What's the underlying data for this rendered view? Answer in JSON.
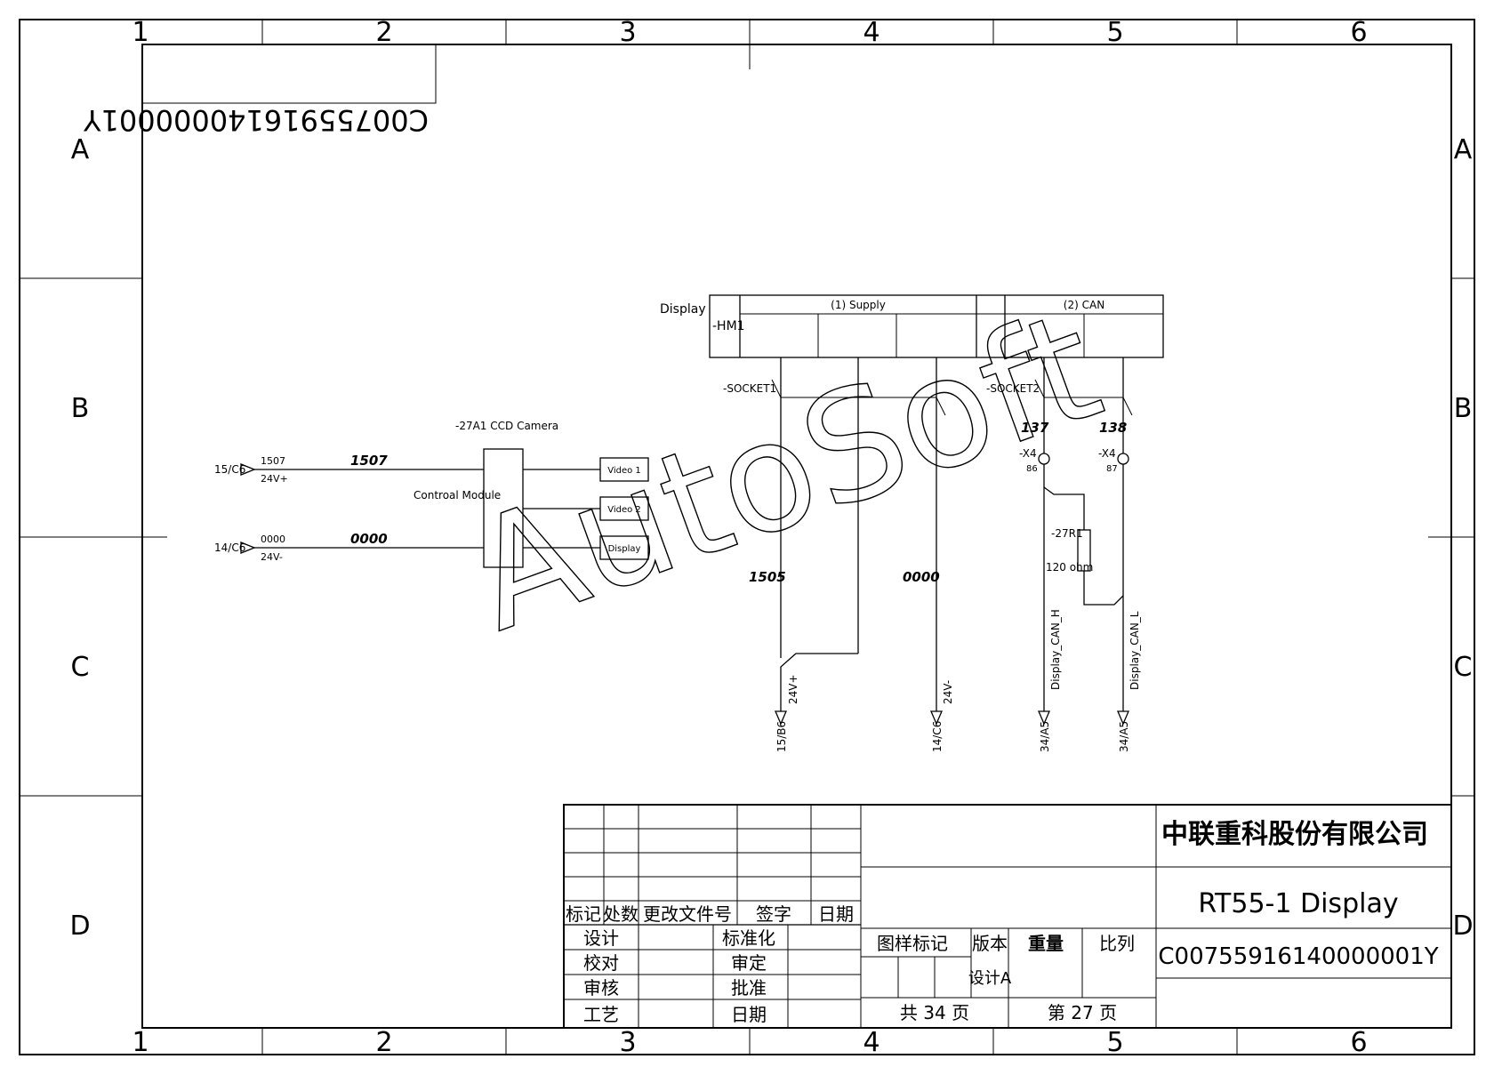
{
  "frame": {
    "col_numbers": [
      "1",
      "2",
      "3",
      "4",
      "5",
      "6"
    ],
    "row_letters": [
      "A",
      "B",
      "C",
      "D"
    ]
  },
  "doc_code_mirrored": "C00755916140000001Y",
  "watermark": "AutoSoft",
  "hmi": {
    "title": "Display",
    "tag": "-HM1",
    "group1_label": "(1)  Supply",
    "group2_label": "(2)  CAN"
  },
  "sockets": {
    "socket1": "-SOCKET1",
    "socket2": "-SOCKET2"
  },
  "camera": {
    "title": "-27A1 CCD Camera",
    "module_label": "Controal Module",
    "outputs": [
      "Video 1",
      "Video 2",
      "Display"
    ]
  },
  "inputs": [
    {
      "ref": "15/C6",
      "wire_top": "1507",
      "signal": "24V+",
      "wire_label": "1507"
    },
    {
      "ref": "14/C6",
      "wire_top": "0000",
      "signal": "24V-",
      "wire_label": "0000"
    }
  ],
  "wires": {
    "w1505": "1505",
    "w0000": "0000",
    "w137": "137",
    "w138": "138"
  },
  "x4": {
    "tag": "-X4",
    "pin86": "86",
    "pin87": "87"
  },
  "resistor": {
    "tag": "-27R1",
    "value": "120 ohm"
  },
  "outputs_bottom": [
    {
      "signal": "24V+",
      "ref": "15/B6"
    },
    {
      "signal": "24V-",
      "ref": "14/C6"
    },
    {
      "signal": "Display_CAN_H",
      "ref": "34/A5"
    },
    {
      "signal": "Display_CAN_L",
      "ref": "34/A5"
    }
  ],
  "title_block": {
    "company": "中联重科股份有限公司",
    "drawing_title": "RT55-1 Display",
    "drawing_code": "C00755916140000001Y",
    "rev_headers": [
      "标记",
      "处数",
      "更改文件号",
      "签字",
      "日期"
    ],
    "sign_rows": [
      {
        "left": "设计",
        "right": "标准化"
      },
      {
        "left": "校对",
        "right": "审定"
      },
      {
        "left": "审核",
        "right": "批准"
      },
      {
        "left": "工艺",
        "right": "日期"
      }
    ],
    "info_headers": [
      "图样标记",
      "版本",
      "重量",
      "比列"
    ],
    "version_value": "设计A",
    "total_pages": "共 34 页",
    "page": "第 27 页"
  }
}
